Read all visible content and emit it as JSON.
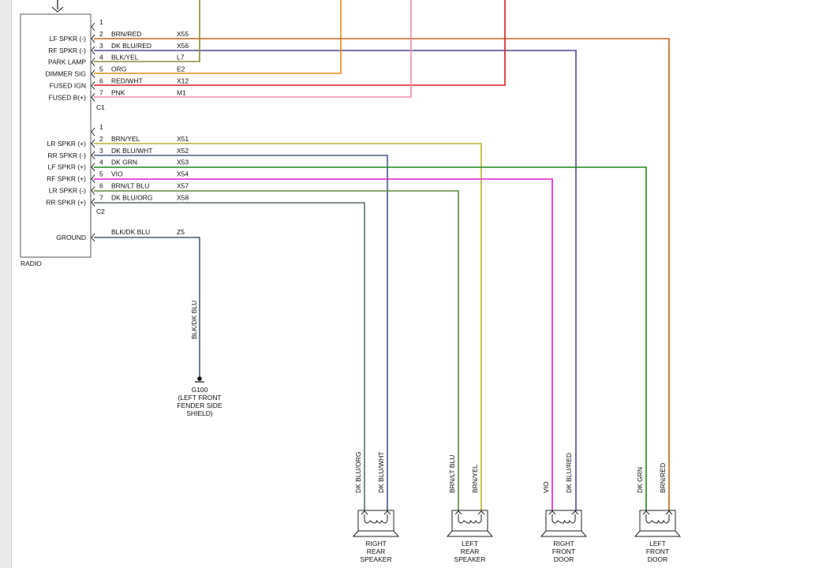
{
  "radio": {
    "label": "RADIO",
    "c1": {
      "label": "C1",
      "pins": [
        {
          "num": "1",
          "name": "",
          "color_name": "",
          "circuit": ""
        },
        {
          "num": "2",
          "name": "LF SPKR (-)",
          "color_name": "BRN/RED",
          "circuit": "X55"
        },
        {
          "num": "3",
          "name": "RF SPKR (-)",
          "color_name": "DK BLU/RED",
          "circuit": "X56"
        },
        {
          "num": "4",
          "name": "PARK LAMP",
          "color_name": "BLK/YEL",
          "circuit": "L7"
        },
        {
          "num": "5",
          "name": "DIMMER SIG",
          "color_name": "ORG",
          "circuit": "E2"
        },
        {
          "num": "6",
          "name": "FUSED IGN",
          "color_name": "RED/WHT",
          "circuit": "X12"
        },
        {
          "num": "7",
          "name": "FUSED B(+)",
          "color_name": "PNK",
          "circuit": "M1"
        }
      ]
    },
    "c2": {
      "label": "C2",
      "pins": [
        {
          "num": "1",
          "name": "",
          "color_name": "",
          "circuit": ""
        },
        {
          "num": "2",
          "name": "LR SPKR (+)",
          "color_name": "BRN/YEL",
          "circuit": "X51"
        },
        {
          "num": "3",
          "name": "RR SPKR (-)",
          "color_name": "DK BLU/WHT",
          "circuit": "X52"
        },
        {
          "num": "4",
          "name": "LF SPKR (+)",
          "color_name": "DK GRN",
          "circuit": "X53"
        },
        {
          "num": "5",
          "name": "RF SPKR (+)",
          "color_name": "VIO",
          "circuit": "X54"
        },
        {
          "num": "6",
          "name": "LR SPKR (-)",
          "color_name": "BRN/LT BLU",
          "circuit": "X57"
        },
        {
          "num": "7",
          "name": "RR SPKR (+)",
          "color_name": "DK BLU/ORG",
          "circuit": "X58"
        }
      ]
    },
    "ground": {
      "name": "GROUND",
      "color_name": "BLK/DK BLU",
      "circuit": "Z5"
    }
  },
  "ground_point": {
    "wire_label": "BLK/DK BLU",
    "id": "G100",
    "desc_lines": [
      "(LEFT FRONT",
      "FENDER SIDE",
      "SHIELD)"
    ]
  },
  "speakers": [
    {
      "name_lines": [
        "RIGHT",
        "REAR",
        "SPEAKER"
      ],
      "wire_labels": [
        "DK BLU/ORG",
        "DK BLU/WHT"
      ]
    },
    {
      "name_lines": [
        "LEFT",
        "REAR",
        "SPEAKER"
      ],
      "wire_labels": [
        "BRN/LT BLU",
        "BRN/YEL"
      ]
    },
    {
      "name_lines": [
        "RIGHT",
        "FRONT",
        "DOOR"
      ],
      "wire_labels": [
        "VIO",
        "DK BLU/RED"
      ]
    },
    {
      "name_lines": [
        "LEFT",
        "FRONT",
        "DOOR"
      ],
      "wire_labels": [
        "DK GRN",
        "BRN/RED"
      ]
    }
  ],
  "colors": {
    "brn_red": "#c8641e",
    "dk_blu_red": "#4a4a8a",
    "blk_yel": "#8a8a30",
    "org": "#e88a14",
    "red_wht": "#e02020",
    "pnk": "#f48aa8",
    "brn_yel": "#b4b428",
    "dk_blu_wht": "#4a5a88",
    "dk_grn": "#1e8a1e",
    "vio": "#e020d0",
    "brn_lt_blu": "#5a8a3a",
    "dk_blu_org": "#5a6a6a",
    "blk_dk_blu": "#4a5a7a"
  }
}
